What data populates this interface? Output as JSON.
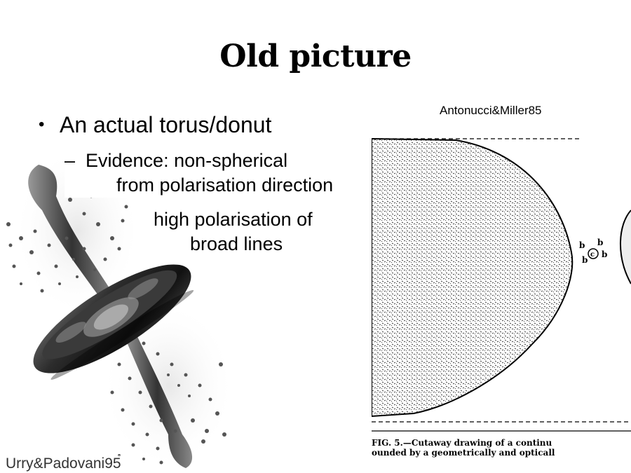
{
  "title": "Old picture",
  "bullet": {
    "symbol": "•",
    "text": "An actual torus/donut"
  },
  "evidence": {
    "dash": "–",
    "line1": "Evidence: non-spherical",
    "line2": "from polarisation direction"
  },
  "polarisation": {
    "line1": "high polarisation of",
    "line2": "broad lines"
  },
  "citations": {
    "right_figure": "Antonucci&Miller85",
    "left_figure": "Urry&Padovani95"
  },
  "figure_caption": {
    "line1": "FIG. 5.—Cutaway drawing of a continu",
    "line2": "ounded by a geometrically and opticall"
  },
  "cutaway_labels": {
    "b": "b",
    "c": "c"
  }
}
